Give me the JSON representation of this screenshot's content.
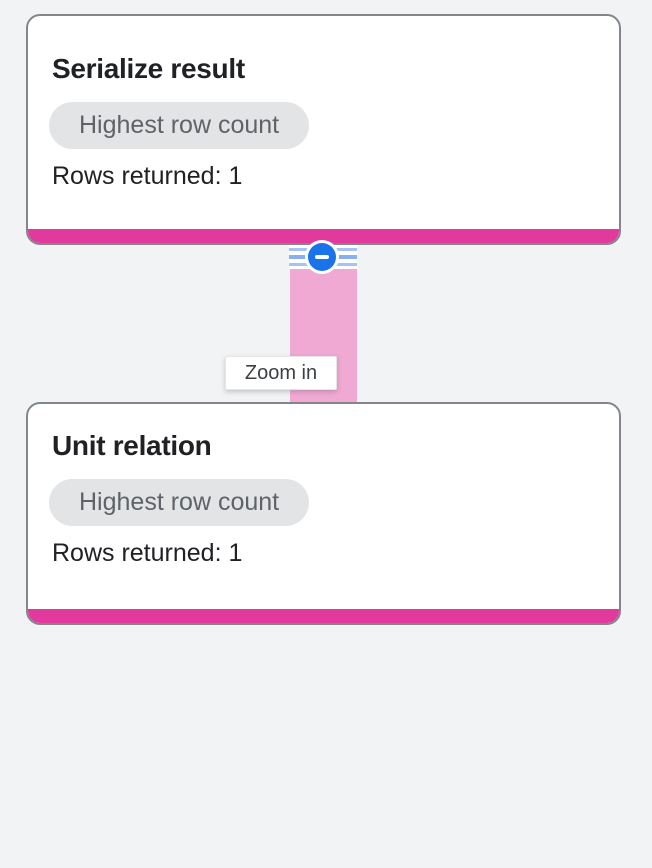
{
  "colors": {
    "canvas_background": "#f1f3f4",
    "node_accent_bar": "#e23a9c",
    "edge_fill": "#f0a9d3",
    "collapse_button_blue": "#1a73e8",
    "collapse_stripe_light": "#a6c3f5",
    "collapse_stripe_dark": "#8aaef2",
    "badge_background": "#e3e4e6",
    "badge_text": "#5f6368",
    "card_border": "#83878b",
    "title_text": "#202124"
  },
  "graph": {
    "nodes": [
      {
        "title": "Serialize result",
        "badge_label": "Highest row count",
        "rows_returned_label": "Rows returned: 1"
      },
      {
        "title": "Unit relation",
        "badge_label": "Highest row count",
        "rows_returned_label": "Rows returned: 1"
      }
    ],
    "edge": {
      "collapse_icon": "minus-circle-icon"
    },
    "tooltip_label": "Zoom in"
  }
}
